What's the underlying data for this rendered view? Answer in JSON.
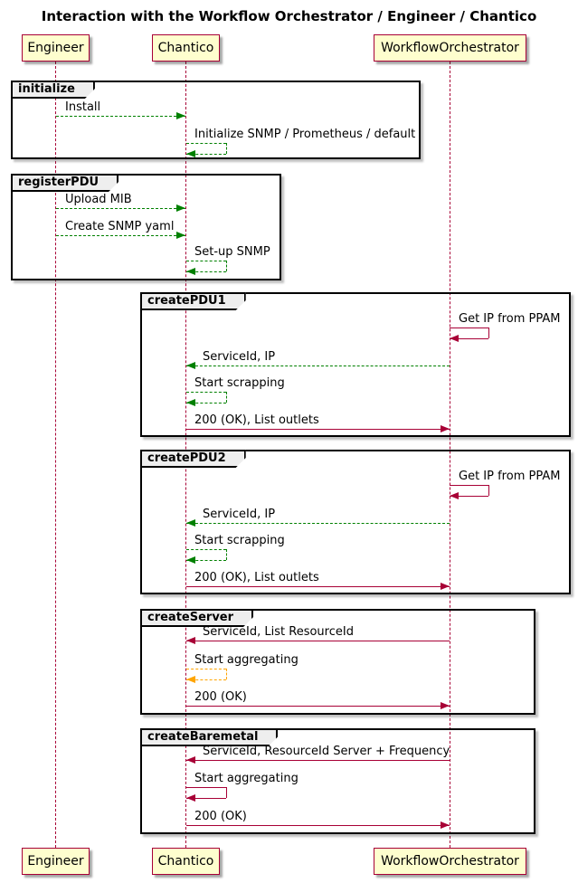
{
  "title": "Interaction with the Workflow Orchestrator / Engineer / Chantico",
  "participants": [
    "Engineer",
    "Chantico",
    "WorkflowOrchestrator"
  ],
  "colors": {
    "participant_fill": "#FEFECE",
    "participant_border": "#A80036",
    "lifeline": "#A80036",
    "frame_border": "#000000",
    "frame_label_bg": "#EEEEEE",
    "arrow_green": "#008000",
    "arrow_crimson": "#A80036",
    "arrow_orange": "#FFA500"
  },
  "frames": [
    {
      "label": "initialize",
      "messages": [
        {
          "text": "Install",
          "from": "Engineer",
          "to": "Chantico",
          "arrow": "dashed",
          "color": "green"
        },
        {
          "text": "Initialize SNMP / Prometheus / default",
          "from": "Chantico",
          "to": "Chantico",
          "arrow": "dashed",
          "color": "green"
        }
      ]
    },
    {
      "label": "registerPDU",
      "messages": [
        {
          "text": "Upload MIB",
          "from": "Engineer",
          "to": "Chantico",
          "arrow": "dashed",
          "color": "green"
        },
        {
          "text": "Create SNMP yaml",
          "from": "Engineer",
          "to": "Chantico",
          "arrow": "dashed",
          "color": "green"
        },
        {
          "text": "Set-up SNMP",
          "from": "Chantico",
          "to": "Chantico",
          "arrow": "dashed",
          "color": "green"
        }
      ]
    },
    {
      "label": "createPDU1",
      "messages": [
        {
          "text": "Get IP from PPAM",
          "from": "WorkflowOrchestrator",
          "to": "WorkflowOrchestrator",
          "arrow": "solid",
          "color": "crimson"
        },
        {
          "text": "ServiceId, IP",
          "from": "WorkflowOrchestrator",
          "to": "Chantico",
          "arrow": "dashed",
          "color": "green"
        },
        {
          "text": "Start scrapping",
          "from": "Chantico",
          "to": "Chantico",
          "arrow": "dashed",
          "color": "green"
        },
        {
          "text": "200 (OK), List outlets",
          "from": "Chantico",
          "to": "WorkflowOrchestrator",
          "arrow": "solid",
          "color": "crimson"
        }
      ]
    },
    {
      "label": "createPDU2",
      "messages": [
        {
          "text": "Get IP from PPAM",
          "from": "WorkflowOrchestrator",
          "to": "WorkflowOrchestrator",
          "arrow": "solid",
          "color": "crimson"
        },
        {
          "text": "ServiceId, IP",
          "from": "WorkflowOrchestrator",
          "to": "Chantico",
          "arrow": "dashed",
          "color": "green"
        },
        {
          "text": "Start scrapping",
          "from": "Chantico",
          "to": "Chantico",
          "arrow": "dashed",
          "color": "green"
        },
        {
          "text": "200 (OK), List outlets",
          "from": "Chantico",
          "to": "WorkflowOrchestrator",
          "arrow": "solid",
          "color": "crimson"
        }
      ]
    },
    {
      "label": "createServer",
      "messages": [
        {
          "text": "ServiceId, List ResourceId",
          "from": "WorkflowOrchestrator",
          "to": "Chantico",
          "arrow": "solid",
          "color": "crimson"
        },
        {
          "text": "Start aggregating",
          "from": "Chantico",
          "to": "Chantico",
          "arrow": "dashed",
          "color": "orange"
        },
        {
          "text": "200 (OK)",
          "from": "Chantico",
          "to": "WorkflowOrchestrator",
          "arrow": "solid",
          "color": "crimson"
        }
      ]
    },
    {
      "label": "createBaremetal",
      "messages": [
        {
          "text": "ServiceId, ResourceId Server + Frequency",
          "from": "WorkflowOrchestrator",
          "to": "Chantico",
          "arrow": "solid",
          "color": "crimson"
        },
        {
          "text": "Start aggregating",
          "from": "Chantico",
          "to": "Chantico",
          "arrow": "solid",
          "color": "crimson"
        },
        {
          "text": "200 (OK)",
          "from": "Chantico",
          "to": "WorkflowOrchestrator",
          "arrow": "solid",
          "color": "crimson"
        }
      ]
    }
  ]
}
